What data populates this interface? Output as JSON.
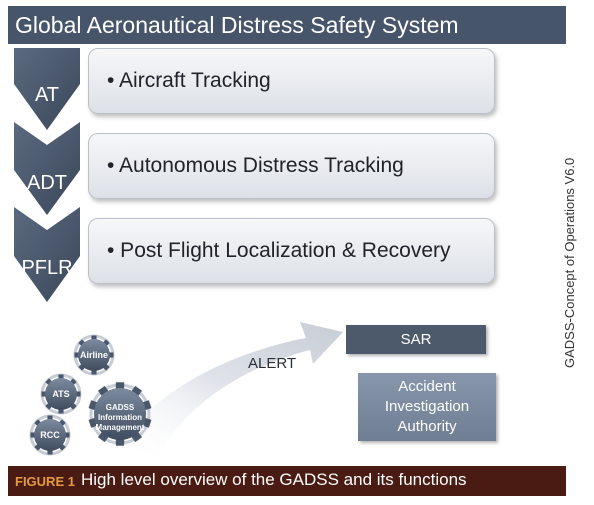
{
  "title": "Global Aeronautical Distress Safety System",
  "rows": [
    {
      "abbr": "AT",
      "text": "• Aircraft Tracking"
    },
    {
      "abbr": "ADT",
      "text": "• Autonomous Distress Tracking"
    },
    {
      "abbr": "PFLR",
      "text": "• Post Flight Localization & Recovery"
    }
  ],
  "gears": {
    "airline": "Airline",
    "ats": "ATS",
    "gadss_lines": [
      "GADSS",
      "Information",
      "Management"
    ],
    "rcc": "RCC"
  },
  "alert_label": "ALERT",
  "sar_label": "SAR",
  "accident_lines": [
    "Accident",
    "Investigation",
    "Authority"
  ],
  "caption": {
    "figure": "FIGURE 1",
    "text": "High level overview of the GADSS and its functions"
  },
  "side_note": "GADSS-Concept of Operations V6.0",
  "colors": {
    "title_bar": "#47556a",
    "chevron": "#47556a",
    "caption_bar": "#4a1b12",
    "figure_label": "#e59a3d"
  }
}
